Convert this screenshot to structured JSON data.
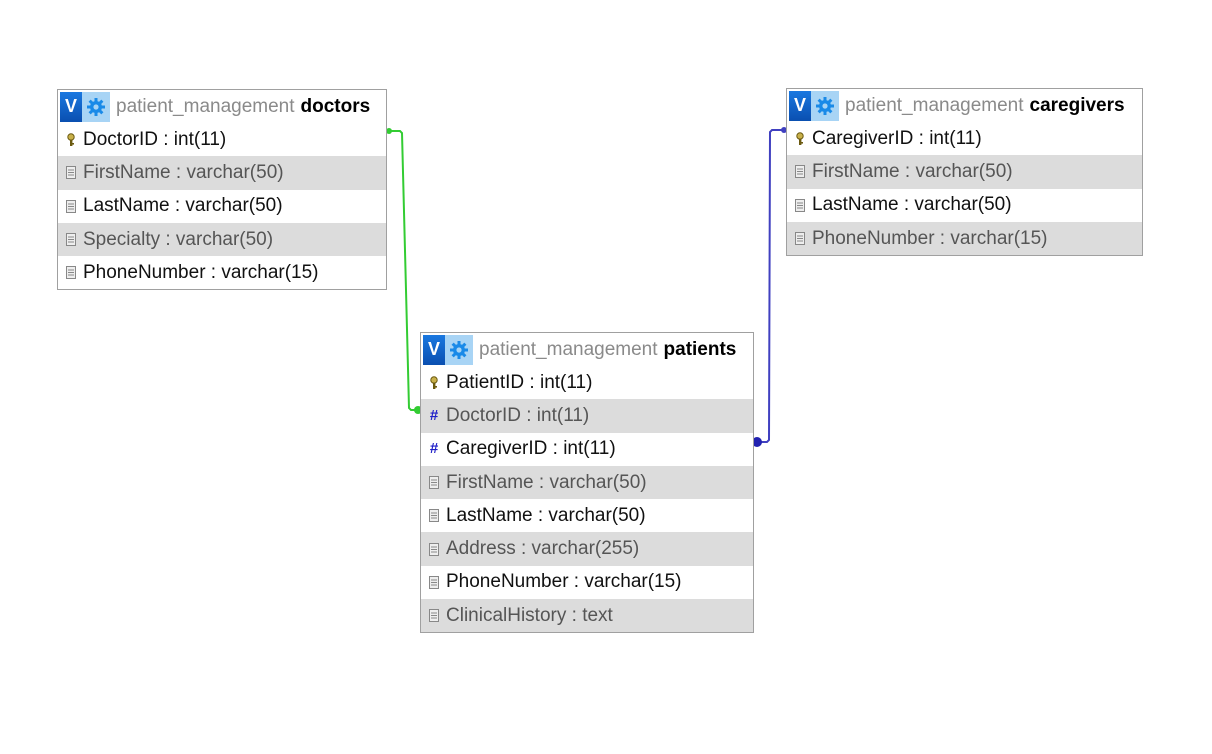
{
  "tables": {
    "doctors": {
      "database": "patient_management",
      "name": "doctors",
      "columns": [
        {
          "label": "DoctorID : int(11)",
          "icon": "key-icon"
        },
        {
          "label": "FirstName : varchar(50)",
          "icon": "column-icon"
        },
        {
          "label": "LastName : varchar(50)",
          "icon": "column-icon"
        },
        {
          "label": "Specialty : varchar(50)",
          "icon": "column-icon"
        },
        {
          "label": "PhoneNumber : varchar(15)",
          "icon": "column-icon"
        }
      ]
    },
    "caregivers": {
      "database": "patient_management",
      "name": "caregivers",
      "columns": [
        {
          "label": "CaregiverID : int(11)",
          "icon": "key-icon"
        },
        {
          "label": "FirstName : varchar(50)",
          "icon": "column-icon"
        },
        {
          "label": "LastName : varchar(50)",
          "icon": "column-icon"
        },
        {
          "label": "PhoneNumber : varchar(15)",
          "icon": "column-icon"
        }
      ]
    },
    "patients": {
      "database": "patient_management",
      "name": "patients",
      "columns": [
        {
          "label": "PatientID : int(11)",
          "icon": "key-icon"
        },
        {
          "label": "DoctorID : int(11)",
          "icon": "foreign-key-icon"
        },
        {
          "label": "CaregiverID : int(11)",
          "icon": "foreign-key-icon"
        },
        {
          "label": "FirstName : varchar(50)",
          "icon": "column-icon"
        },
        {
          "label": "LastName : varchar(50)",
          "icon": "column-icon"
        },
        {
          "label": "Address : varchar(255)",
          "icon": "column-icon"
        },
        {
          "label": "PhoneNumber : varchar(15)",
          "icon": "column-icon"
        },
        {
          "label": "ClinicalHistory : text",
          "icon": "column-icon"
        }
      ]
    }
  },
  "icons": {
    "toggle_label": "V",
    "foreign_key_glyph": "#"
  },
  "relations": [
    {
      "from": "patients.DoctorID",
      "to": "doctors.DoctorID",
      "color": "#33cc33"
    },
    {
      "from": "patients.CaregiverID",
      "to": "caregivers.CaregiverID",
      "color": "#4040c0"
    }
  ],
  "colors": {
    "header_button": "#0a5fcf",
    "gear_bg": "#a8d4f5",
    "alt_row": "#dcdcdc",
    "foreign_key": "#2020c8"
  }
}
